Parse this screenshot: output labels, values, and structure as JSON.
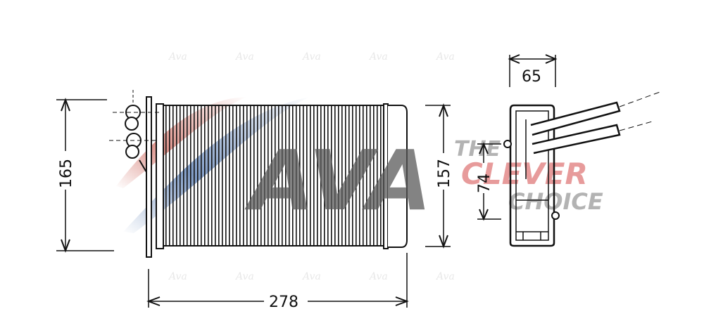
{
  "drawing": {
    "subject": "heater core technical drawing",
    "dimensions": {
      "overall_height": "165",
      "core_height": "157",
      "overall_width": "278",
      "depth": "65",
      "pipe_spacing": "74"
    }
  },
  "watermark": {
    "logo": "AVA",
    "tagline_line1": "THE",
    "tagline_line2": "CLEVER",
    "tagline_line3": "CHOICE",
    "faint_marks": [
      "Ava",
      "Ava",
      "Ava",
      "Ava",
      "Ava"
    ],
    "colors": {
      "logo_gray": "#5a5a5a",
      "swoosh_red": "#c0392b",
      "swoosh_blue": "#2c5aa0",
      "tagline_red": "#e07a7a",
      "tagline_gray": "#9a9a9a"
    }
  }
}
